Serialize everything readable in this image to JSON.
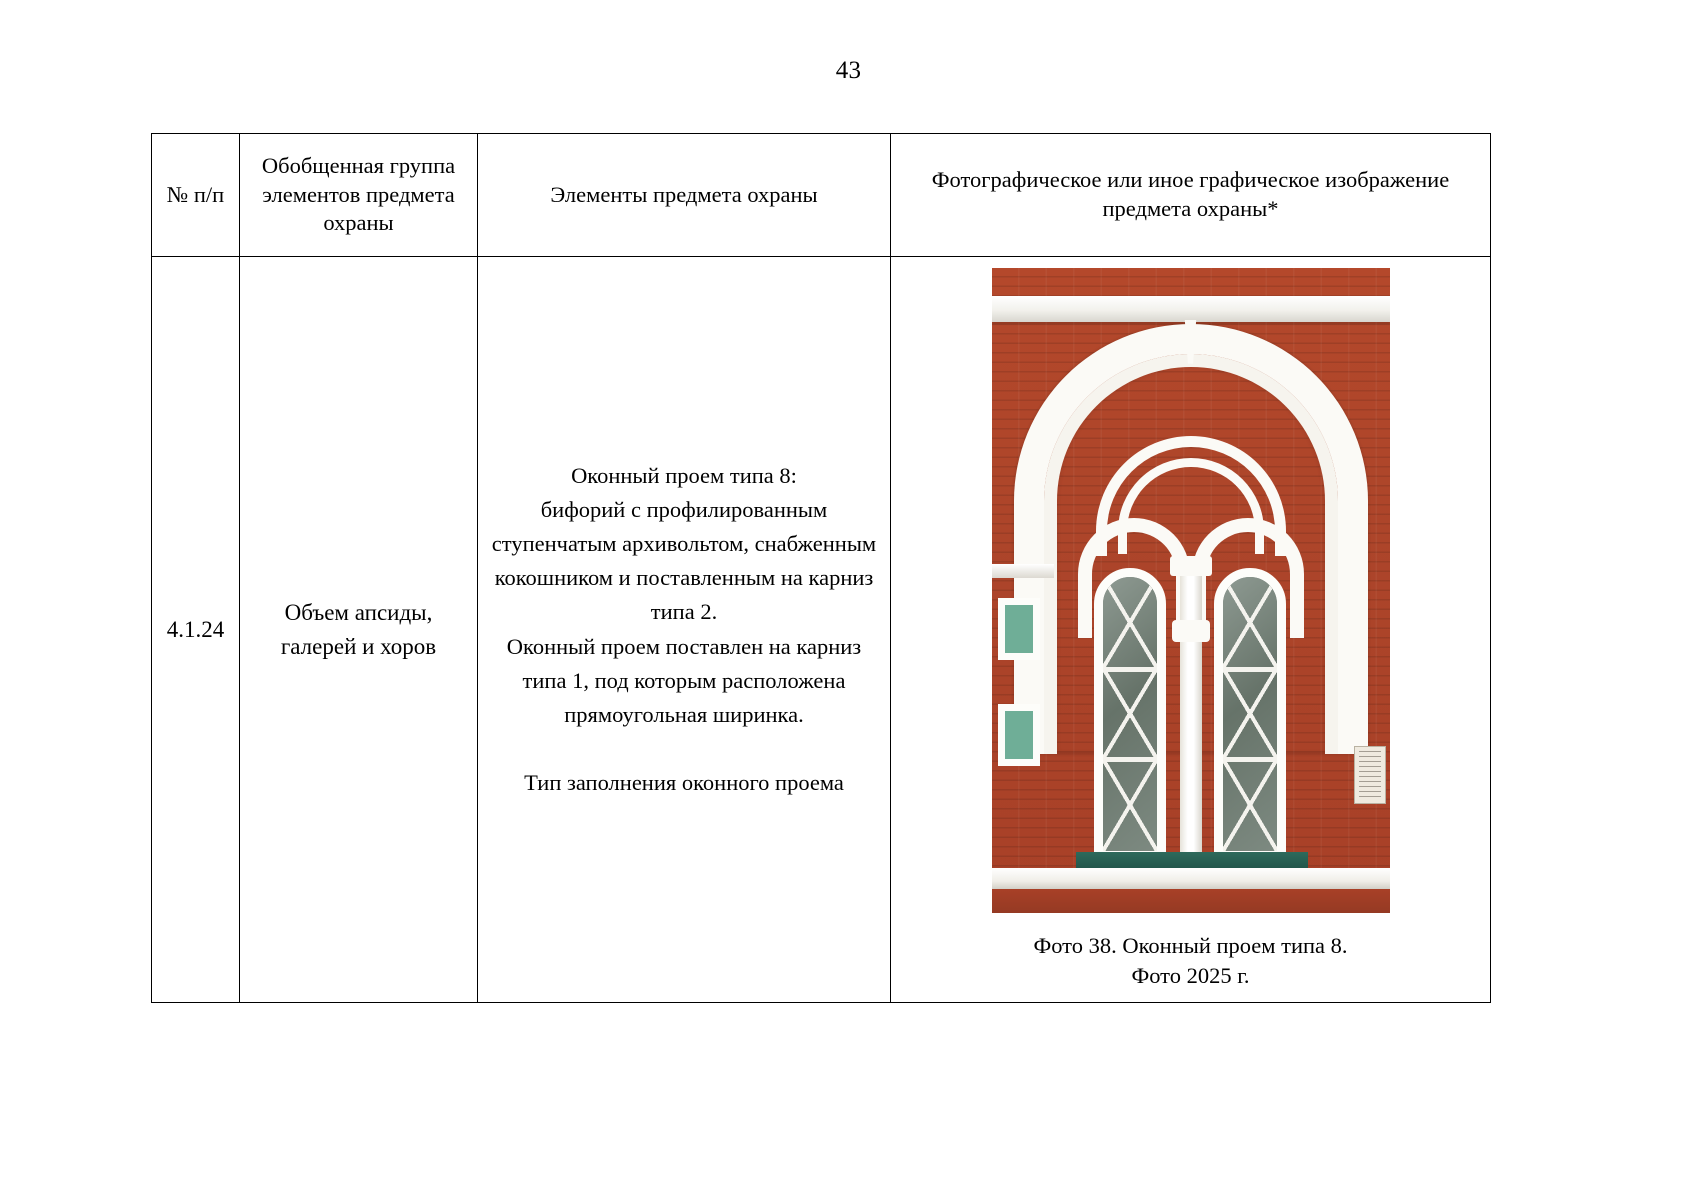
{
  "page": {
    "number": "43"
  },
  "table": {
    "headers": {
      "num": "№ п/п",
      "group": "Обобщенная группа элементов предмета охраны",
      "elements": "Элементы предмета охраны",
      "photo": "Фотографическое или иное графическое изображение предмета охраны*"
    },
    "rows": [
      {
        "num": "4.1.24",
        "group_line1": "Объем апсиды,",
        "group_line2": "галерей и хоров",
        "elements_para1_line1": "Оконный проем типа 8:",
        "elements_para1_line2": "бифорий с профилированным",
        "elements_para1_line3": "ступенчатым архивольтом, снабженным",
        "elements_para1_line4": "кокошником и поставленным на карниз",
        "elements_para1_line5": "типа 2.",
        "elements_para1_line6": "Оконный проем поставлен на карниз",
        "elements_para1_line7": "типа 1, под которым расположена",
        "elements_para1_line8": "прямоугольная ширинка.",
        "elements_para2": "Тип заполнения оконного проема",
        "photo_caption_line1": "Фото 38. Оконный проем типа 8.",
        "photo_caption_line2": "Фото 2025 г.",
        "photo_alt": "Фотография оконного проема типа 8 — бифорий в краснокирпичной стене с белым профилированным архивольтом и кокошником"
      }
    ]
  },
  "colors": {
    "brick": "#b4482b",
    "stucco": "#fbfaf6",
    "sill_green": "#2e6a5c",
    "pane_green": "#6fae97",
    "border": "#000000",
    "text": "#000000",
    "background": "#ffffff"
  }
}
